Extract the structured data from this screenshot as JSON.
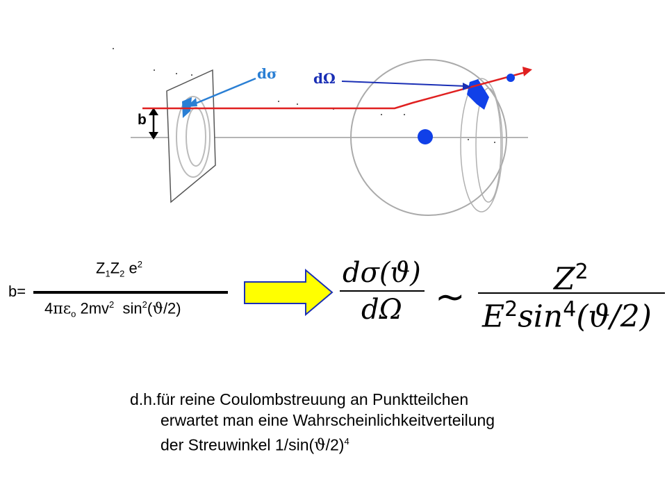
{
  "diagram": {
    "label_dsigma": "dσ",
    "label_domega": "dΩ",
    "label_b": "b"
  },
  "formula_b": {
    "lhs": "b=",
    "num_Z": "Z",
    "num_sub1": "1",
    "num_sub2": "2",
    "num_e": "e",
    "num_exp": "2",
    "den_4": "4",
    "den_pi": "π",
    "den_eps": "ε",
    "den_eps_sub": "o",
    "den_2mv": "2mv",
    "den_2mv_exp": "2",
    "den_sin": "sin",
    "den_sin_exp": "2",
    "den_open": "(",
    "den_theta": "ϑ",
    "den_close": "/2)"
  },
  "formula_cross_section": {
    "num_left": "dσ(ϑ)",
    "den_left": "dΩ",
    "sim": "~",
    "num_right_Z": "Z",
    "num_right_exp": "2",
    "den_E": "E",
    "den_E_exp": "2",
    "den_sin": "sin",
    "den_sin_exp": "4",
    "den_arg": "(ϑ/2)"
  },
  "text": {
    "line1": "d.h.für reine Coulombstreuung an Punktteilchen",
    "line2": "erwartet man eine Wahrscheinlichkeitverteilung",
    "line3_prefix": "der Streuwinkel 1/sin(",
    "line3_theta": "ϑ",
    "line3_suffix": "/2)",
    "line3_exp": "4"
  },
  "colors": {
    "blue_label": "#2a7fd4",
    "navy_label": "#1a2fb5",
    "trajectory": "#e02020",
    "target": "#1040e8",
    "arrow_fill": "#ffff00",
    "arrow_stroke": "#1a2fb5"
  }
}
